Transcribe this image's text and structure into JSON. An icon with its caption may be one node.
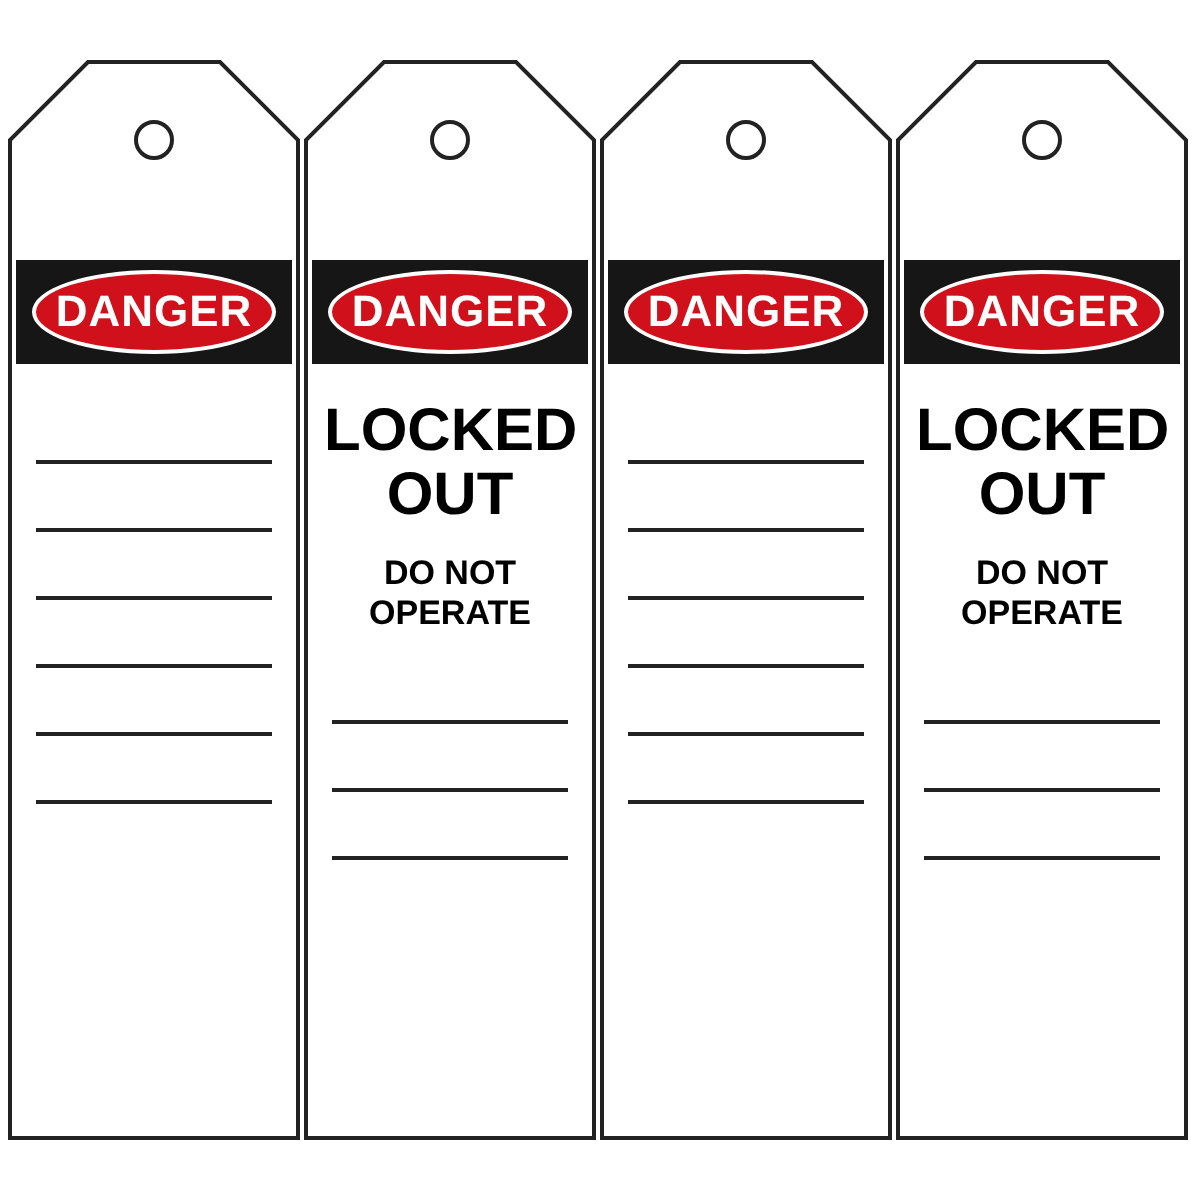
{
  "diagram": {
    "nodes": [
      {
        "text": [
          "DANGER"
        ]
      },
      {
        "text": [
          "DANGER",
          "LOCKED OUT",
          "DO NOT OPERATE"
        ]
      },
      {
        "text": [
          "DANGER"
        ]
      },
      {
        "text": [
          "DANGER",
          "LOCKED OUT",
          "DO NOT OPERATE"
        ]
      }
    ]
  }
}
